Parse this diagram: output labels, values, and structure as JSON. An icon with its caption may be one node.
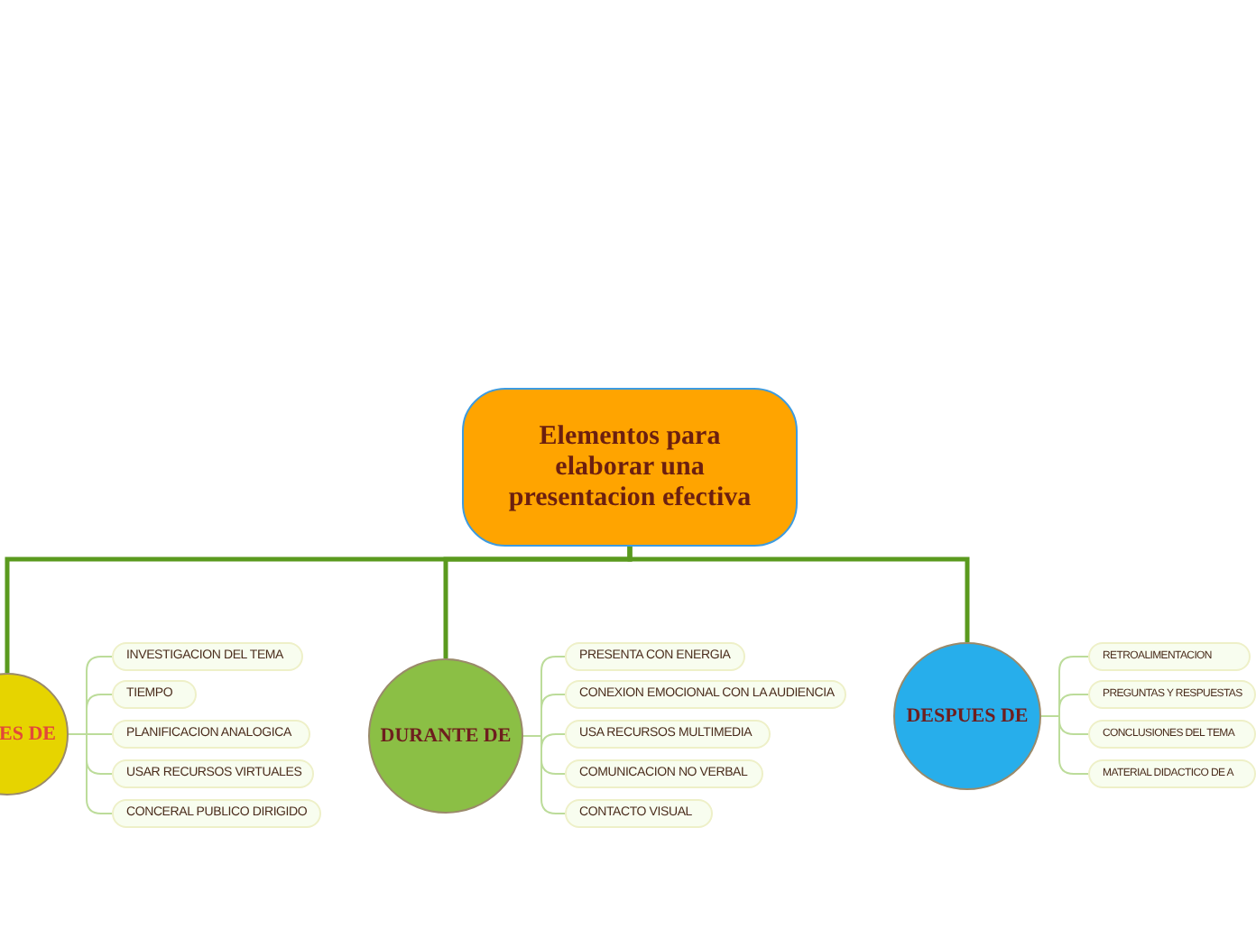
{
  "diagram": {
    "nodes": [
      {
        "text": [
          "Elementos para elaborar una presentacion efectiva"
        ]
      },
      {
        "text": [
          "ES DE"
        ]
      },
      {
        "text": [
          "INVESTIGACION DEL TEMA"
        ]
      },
      {
        "text": [
          "TIEMPO"
        ]
      },
      {
        "text": [
          "PLANIFICACION ANALOGICA"
        ]
      },
      {
        "text": [
          "USAR RECURSOS VIRTUALES"
        ]
      },
      {
        "text": [
          "CONCERAL PUBLICO DIRIGIDO"
        ]
      },
      {
        "text": [
          "DURANTE DE"
        ]
      },
      {
        "text": [
          "PRESENTA CON ENERGIA"
        ]
      },
      {
        "text": [
          "CONEXION EMOCIONAL CON LA AUDIENCIA"
        ]
      },
      {
        "text": [
          "USA RECURSOS MULTIMEDIA"
        ]
      },
      {
        "text": [
          "COMUNICACION NO VERBAL"
        ]
      },
      {
        "text": [
          "CONTACTO VISUAL"
        ]
      },
      {
        "text": [
          "DESPUES DE"
        ]
      },
      {
        "text": [
          "RETROALIMENTACION"
        ]
      },
      {
        "text": [
          "PREGUNTAS Y RESPUESTAS"
        ]
      },
      {
        "text": [
          "CONCLUSIONES DEL TEMA"
        ]
      },
      {
        "text": [
          "MATERIAL DIDACTICO DE A"
        ]
      }
    ],
    "edges": [
      {
        "from": 0,
        "to": 1,
        "arrow": "none",
        "style": "thick",
        "color": "#5a9a1e"
      },
      {
        "from": 0,
        "to": 7,
        "arrow": "none",
        "style": "thick",
        "color": "#5a9a1e"
      },
      {
        "from": 0,
        "to": 13,
        "arrow": "none",
        "style": "thick",
        "color": "#5a9a1e"
      },
      {
        "from": 1,
        "to": 2,
        "arrow": "none"
      },
      {
        "from": 1,
        "to": 3,
        "arrow": "none"
      },
      {
        "from": 1,
        "to": 4,
        "arrow": "none"
      },
      {
        "from": 1,
        "to": 5,
        "arrow": "none"
      },
      {
        "from": 1,
        "to": 6,
        "arrow": "none"
      },
      {
        "from": 7,
        "to": 8,
        "arrow": "none"
      },
      {
        "from": 7,
        "to": 9,
        "arrow": "none"
      },
      {
        "from": 7,
        "to": 10,
        "arrow": "none"
      },
      {
        "from": 7,
        "to": 11,
        "arrow": "none"
      },
      {
        "from": 7,
        "to": 12,
        "arrow": "none"
      },
      {
        "from": 13,
        "to": 14,
        "arrow": "none"
      },
      {
        "from": 13,
        "to": 15,
        "arrow": "none"
      },
      {
        "from": 13,
        "to": 16,
        "arrow": "none"
      },
      {
        "from": 13,
        "to": 17,
        "arrow": "none"
      }
    ]
  }
}
